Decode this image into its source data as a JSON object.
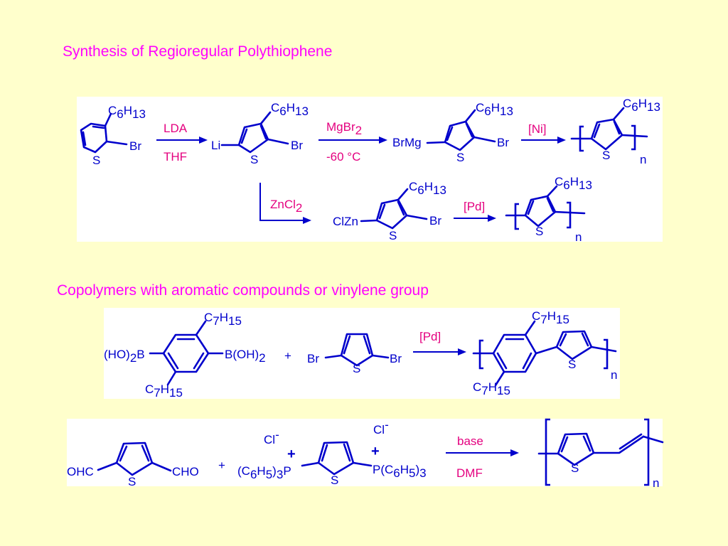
{
  "title_regioregular": "Synthesis of Regioregular Polythiophene",
  "title_copolymers": "Copolymers with aromatic compounds or vinylene group",
  "colors": {
    "background": "#FFFFCC",
    "panel": "#FFFFFF",
    "title": "#FF00FF",
    "reagent": "#E4007F",
    "structure": "#0000CC"
  },
  "scheme1": {
    "hexyl_prefix": "C",
    "hexyl_c_sub": "6",
    "hexyl_h": "H",
    "hexyl_h_sub": "13",
    "br": "Br",
    "li": "Li",
    "brmg": "BrMg",
    "clzn": "ClZn",
    "s": "S",
    "n": "n",
    "step1_above": "LDA",
    "step1_below": "THF",
    "step2_above_main": "MgBr",
    "step2_above_sub": "2",
    "step2_below": "-60 °C",
    "step3_above": "[Ni]",
    "step4_main": "ZnCl",
    "step4_sub": "2",
    "step5_above": "[Pd]"
  },
  "scheme2": {
    "heptyl_prefix": "C",
    "heptyl_c_sub": "7",
    "heptyl_h": "H",
    "heptyl_h_sub": "15",
    "boronic_left_a": "(HO)",
    "boronic_left_sub": "2",
    "boronic_left_b": "B",
    "boronic_right_a": "B(OH)",
    "boronic_right_sub": "2",
    "plus": "+",
    "br": "Br",
    "s": "S",
    "catalyst": "[Pd]",
    "n": "n"
  },
  "scheme3": {
    "ohc": "OHC",
    "cho": "CHO",
    "plus": "+",
    "s": "S",
    "cl": "Cl",
    "cl_charge": "-",
    "p_plus": "+",
    "ph3p_a": "(C",
    "ph3p_sub1": "6",
    "ph3p_b": "H",
    "ph3p_sub2": "5",
    "ph3p_c": ")",
    "ph3p_sub3": "3",
    "ph3p_d": "P",
    "pph3_a": "P(C",
    "pph3_sub1": "6",
    "pph3_b": "H",
    "pph3_sub2": "5",
    "pph3_c": ")",
    "pph3_sub3": "3",
    "reagent_above": "base",
    "reagent_below": "DMF",
    "n": "n"
  }
}
